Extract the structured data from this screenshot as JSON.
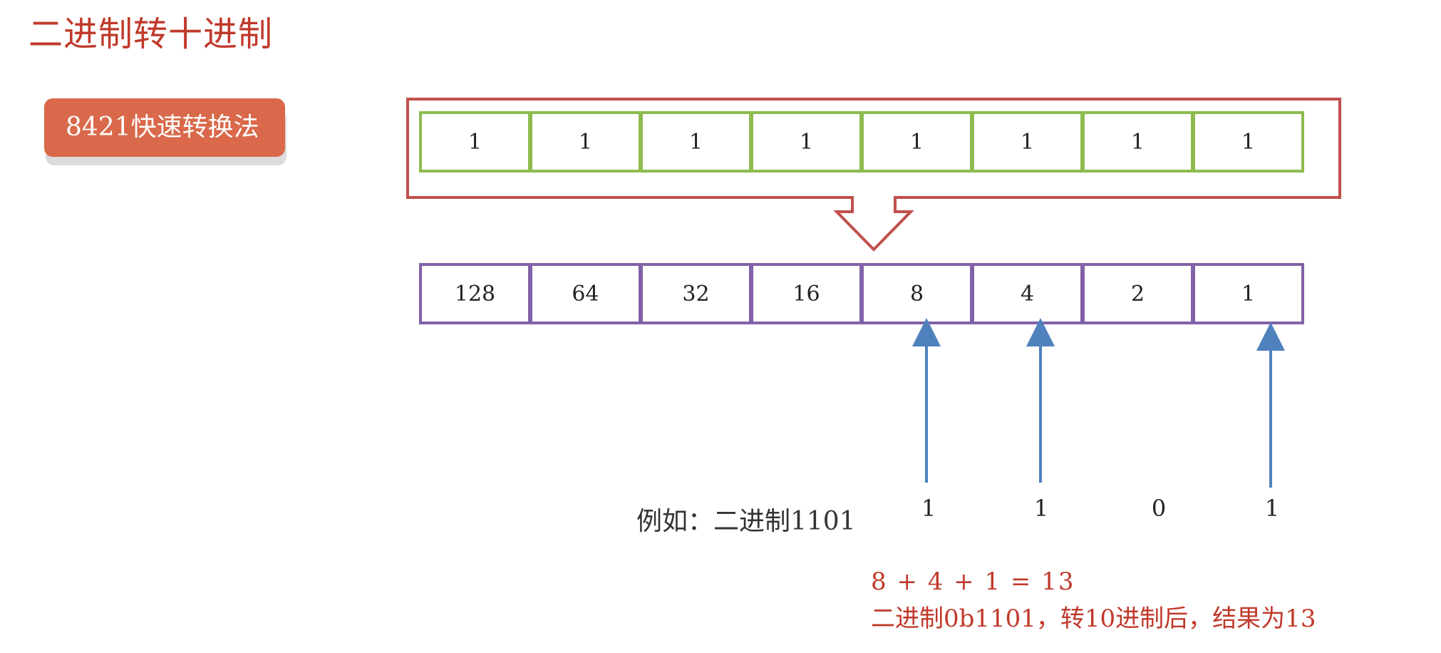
{
  "title": "二进制转十进制",
  "badge": {
    "label": "8421快速转换法",
    "color": "#d9694a"
  },
  "bits_row": {
    "values": [
      "1",
      "1",
      "1",
      "1",
      "1",
      "1",
      "1",
      "1"
    ],
    "border_color": "#8dbb4f"
  },
  "weights_row": {
    "values": [
      "128",
      "64",
      "32",
      "16",
      "8",
      "4",
      "2",
      "1"
    ],
    "border_color": "#8261a8"
  },
  "callout_color": "#c0504d",
  "arrow_color": "#4f81bd",
  "example": {
    "label": "例如：二进制1101",
    "bits": [
      "1",
      "1",
      "0",
      "1"
    ],
    "sum": "8 + 4 + 1 = 13",
    "result": "二进制0b1101，转10进制后，结果为13"
  }
}
